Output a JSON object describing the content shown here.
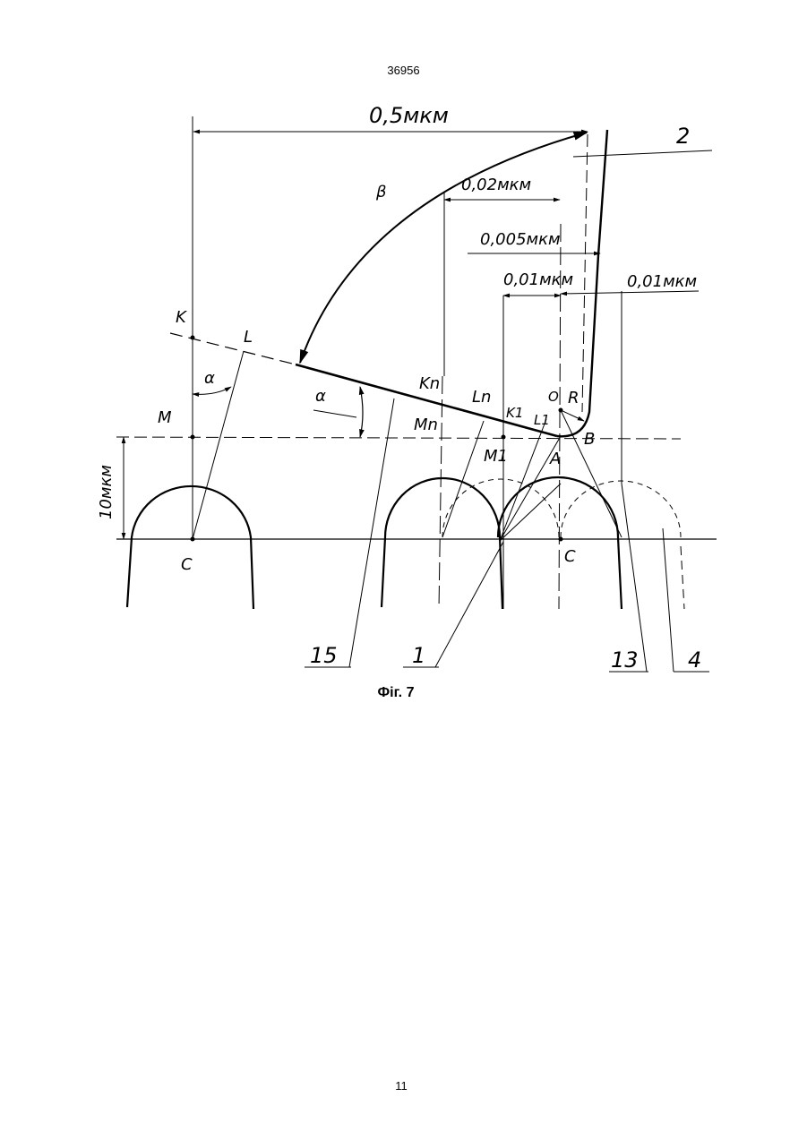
{
  "page": {
    "header_number": "36956",
    "caption": "Фіг. 7",
    "footer_number": "11"
  },
  "figure": {
    "dimensions": {
      "d_05": "0,5мкм",
      "d_002": "0,02мкм",
      "d_0005": "0,005мкм",
      "d_001_left": "0,01мкм",
      "d_001_right": "0,01мкм",
      "d_10": "10мкм"
    },
    "points": {
      "K": "K",
      "L": "L",
      "M": "M",
      "C_left": "C",
      "C_right": "C",
      "Kn": "Kn",
      "Ln": "Ln",
      "Mn": "Mn",
      "K1": "K1",
      "L1": "L1",
      "M1": "M1",
      "O": "O",
      "R": "R",
      "A": "A",
      "B": "B"
    },
    "angles": {
      "alpha_left": "α",
      "alpha_right": "α",
      "beta": "β"
    },
    "callouts": {
      "n2": "2",
      "n15": "15",
      "n1": "1",
      "n13": "13",
      "n4": "4"
    }
  }
}
